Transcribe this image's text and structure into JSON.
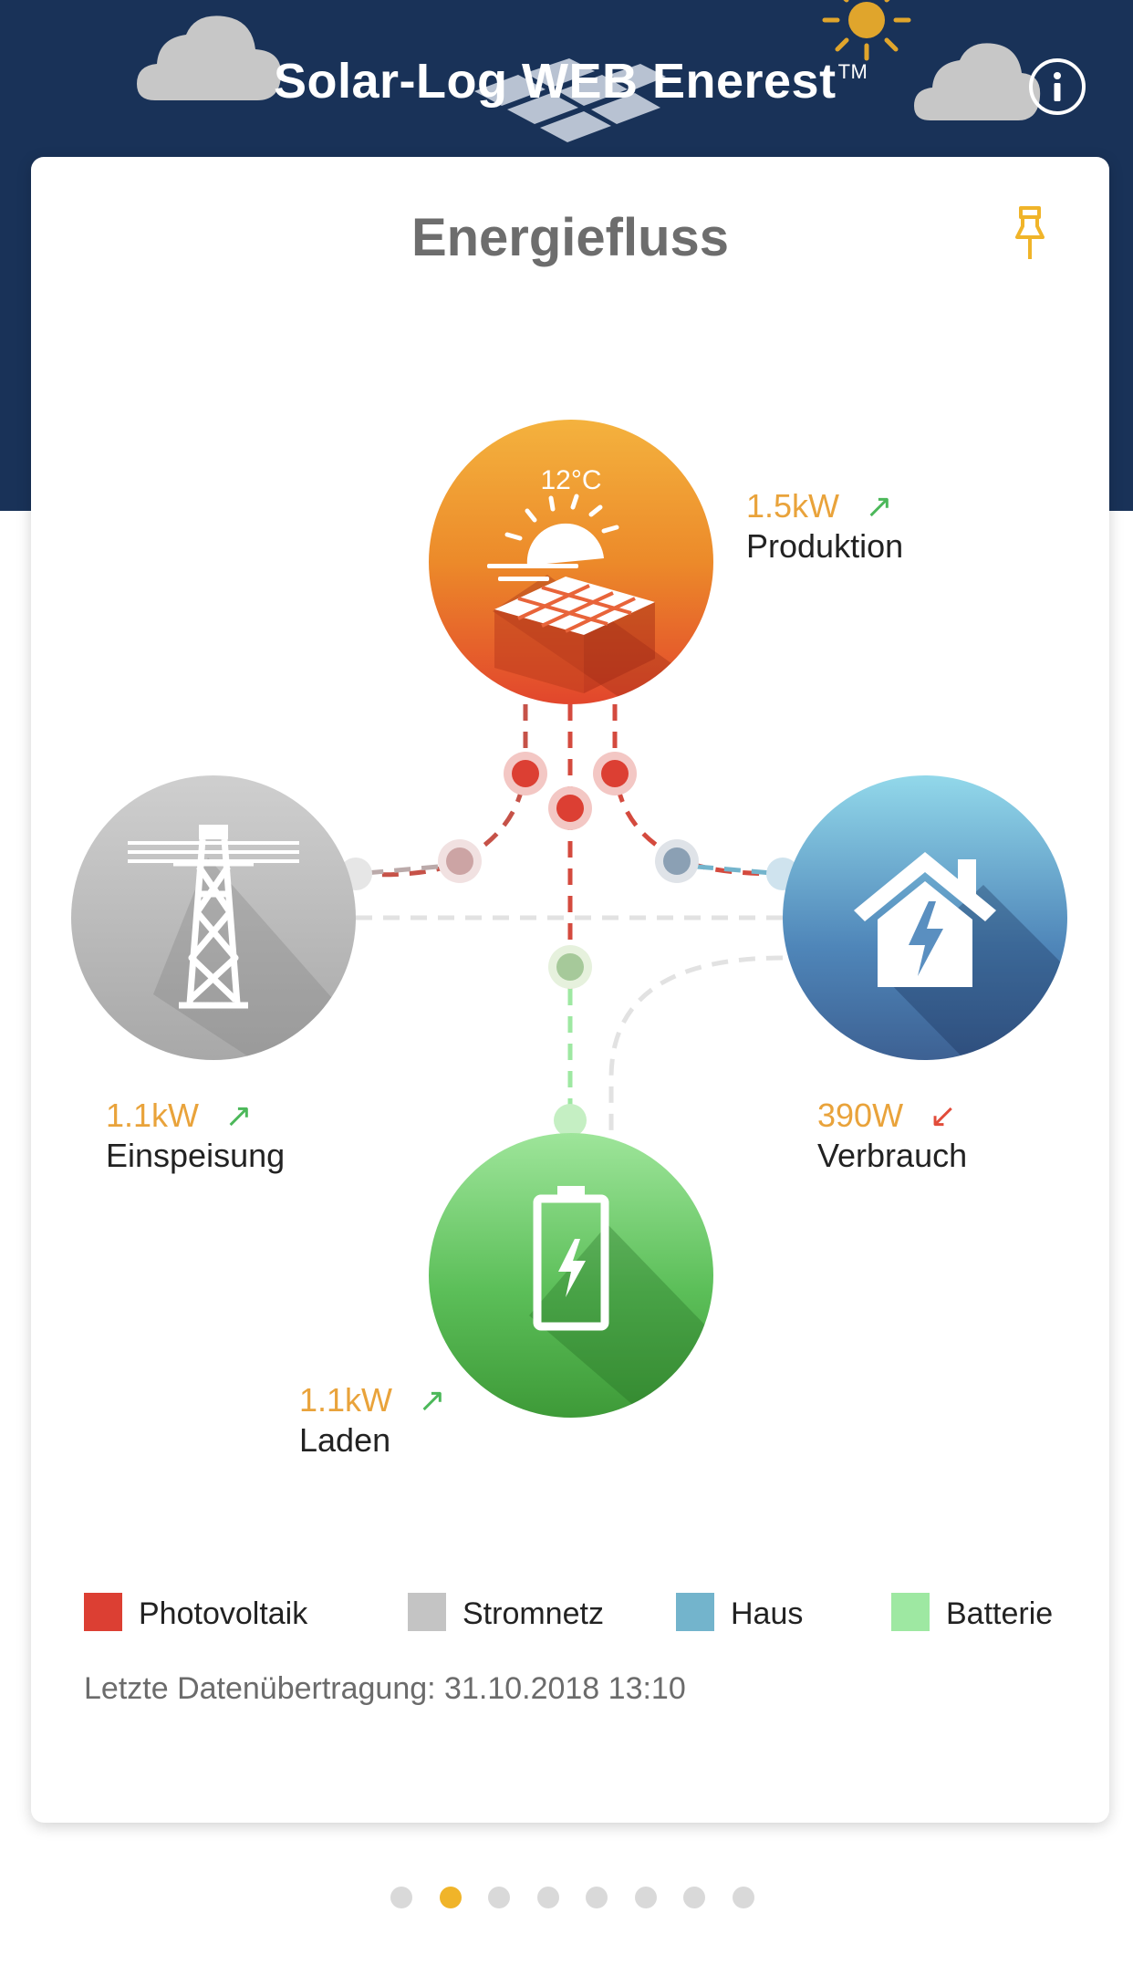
{
  "header": {
    "app_title": "Solar-Log WEB Enerest",
    "trademark": "TM",
    "info_icon": "info-icon",
    "brand_color": "#193258"
  },
  "card": {
    "title": "Energiefluss",
    "pin_icon": "pin-icon",
    "pin_color": "#f0b429"
  },
  "nodes": {
    "production": {
      "icon": "solar-panel-icon",
      "temperature": "12°C",
      "value": "1.5kW",
      "trend": "↗",
      "label": "Produktion",
      "color": "#ec8a2a"
    },
    "grid": {
      "icon": "power-pylon-icon",
      "value": "1.1kW",
      "trend": "↗",
      "label": "Einspeisung",
      "color": "#b3b3b3"
    },
    "house": {
      "icon": "house-lightning-icon",
      "value": "390W",
      "trend": "↙",
      "label": "Verbrauch",
      "color": "#4f86b9"
    },
    "battery": {
      "icon": "battery-charging-icon",
      "value": "1.1kW",
      "trend": "↗",
      "label": "Laden",
      "color": "#5cbf59"
    }
  },
  "legend": [
    {
      "label": "Photovoltaik",
      "color": "#dc3f33"
    },
    {
      "label": "Stromnetz",
      "color": "#c4c4c4"
    },
    {
      "label": "Haus",
      "color": "#73b4cc"
    },
    {
      "label": "Batterie",
      "color": "#9ee8a2"
    }
  ],
  "status": {
    "last_update": "Letzte Datenübertragung: 31.10.2018 13:10"
  },
  "pager": {
    "total": 8,
    "active_index": 1,
    "active_color": "#f0b429",
    "inactive_color": "#d9d9d9"
  }
}
